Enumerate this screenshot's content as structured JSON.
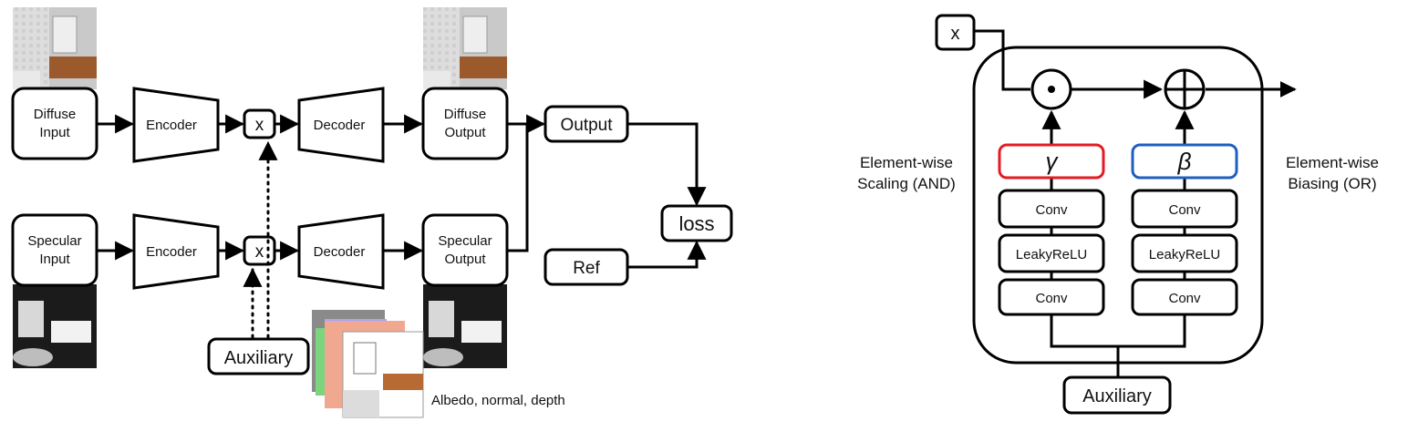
{
  "left": {
    "diffuse_input": [
      "Diffuse",
      "Input"
    ],
    "specular_input": [
      "Specular",
      "Input"
    ],
    "encoder": "Encoder",
    "decoder": "Decoder",
    "mult": "x",
    "diffuse_output": [
      "Diffuse",
      "Output"
    ],
    "specular_output": [
      "Specular",
      "Output"
    ],
    "output": "Output",
    "ref": "Ref",
    "loss": "loss",
    "auxiliary": "Auxiliary",
    "aux_caption": "Albedo, normal, depth"
  },
  "right": {
    "input": "x",
    "gamma": "γ",
    "beta": "β",
    "conv": "Conv",
    "leaky": "LeakyReLU",
    "scaling_label": [
      "Element-wise",
      "Scaling (AND)"
    ],
    "biasing_label": [
      "Element-wise",
      "Biasing (OR)"
    ],
    "auxiliary": "Auxiliary",
    "colors": {
      "gamma_border": "#e31b23",
      "beta_border": "#1f5fbf"
    }
  }
}
